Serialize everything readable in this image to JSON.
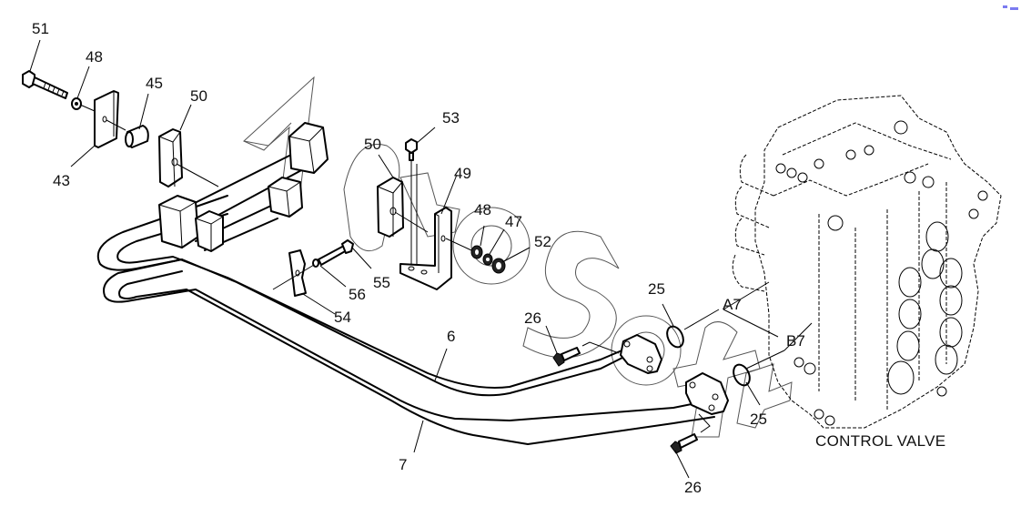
{
  "diagram": {
    "title": "CONTROL VALVE",
    "watermark": "AutoSoft",
    "corner_mark_color": "#7b7bf0",
    "part_labels": [
      {
        "id": "lbl-51",
        "text": "51"
      },
      {
        "id": "lbl-48a",
        "text": "48"
      },
      {
        "id": "lbl-45",
        "text": "45"
      },
      {
        "id": "lbl-50a",
        "text": "50"
      },
      {
        "id": "lbl-43",
        "text": "43"
      },
      {
        "id": "lbl-53",
        "text": "53"
      },
      {
        "id": "lbl-50b",
        "text": "50"
      },
      {
        "id": "lbl-49",
        "text": "49"
      },
      {
        "id": "lbl-48b",
        "text": "48"
      },
      {
        "id": "lbl-47",
        "text": "47"
      },
      {
        "id": "lbl-52",
        "text": "52"
      },
      {
        "id": "lbl-55",
        "text": "55"
      },
      {
        "id": "lbl-56",
        "text": "56"
      },
      {
        "id": "lbl-54",
        "text": "54"
      },
      {
        "id": "lbl-25a",
        "text": "25"
      },
      {
        "id": "lbl-A7",
        "text": "A7"
      },
      {
        "id": "lbl-26a",
        "text": "26"
      },
      {
        "id": "lbl-6",
        "text": "6"
      },
      {
        "id": "lbl-B7",
        "text": "B7"
      },
      {
        "id": "lbl-25b",
        "text": "25"
      },
      {
        "id": "lbl-7",
        "text": "7"
      },
      {
        "id": "lbl-26b",
        "text": "26"
      }
    ]
  }
}
